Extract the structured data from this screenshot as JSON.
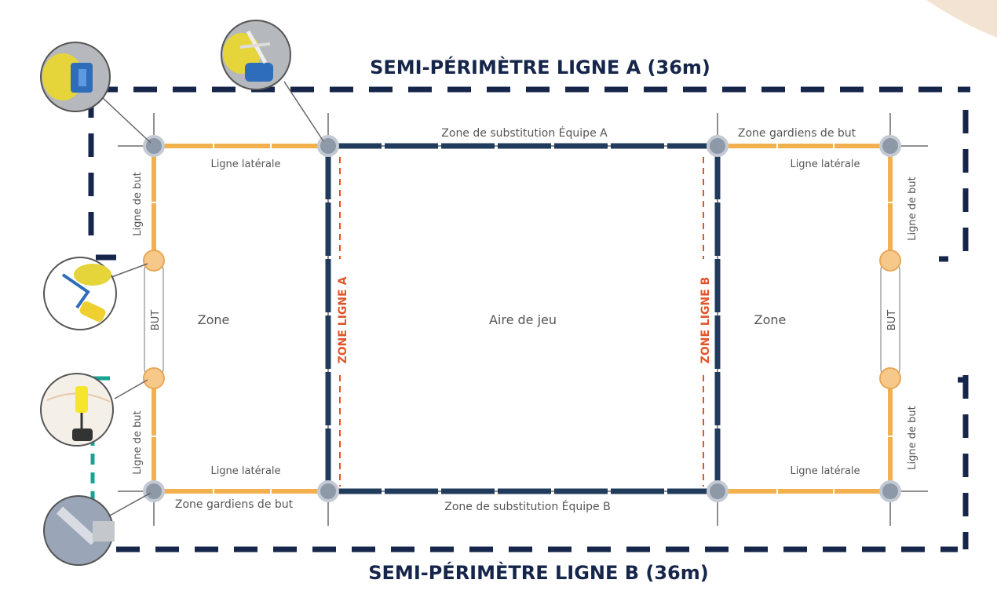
{
  "titles": {
    "top": "SEMI-PÉRIMÈTRE LIGNE A (36m)",
    "bottom": "SEMI-PÉRIMÈTRE LIGNE B (36m)"
  },
  "labels": {
    "sub_zone_a": "Zone de substitution Équipe A",
    "sub_zone_b": "Zone de substitution Équipe B",
    "goalkeeper_zone_top_right": "Zone gardiens de but",
    "goalkeeper_zone_bottom_left": "Zone gardiens de but",
    "side_line_top_left": "Ligne latérale",
    "side_line_bottom_left": "Ligne latérale",
    "side_line_top_right": "Ligne latérale",
    "side_line_bottom_right": "Ligne latérale",
    "goal_line_left_top": "Ligne de but",
    "goal_line_left_bottom": "Ligne de but",
    "goal_line_right_top": "Ligne de but",
    "goal_line_right_bottom": "Ligne de but",
    "goal_left": "BUT",
    "goal_right": "BUT",
    "zone_left": "Zone",
    "zone_right": "Zone",
    "playing_area": "Aire de jeu",
    "zone_line_a": "ZONE LIGNE A",
    "zone_line_b": "ZONE LIGNE B"
  },
  "colors": {
    "navy": "#213b5c",
    "orange": "#f2b04f",
    "dashed_border": "#16264a",
    "zone_line": "#e0552a",
    "teal": "#1aa394",
    "node": "#8e99a8"
  },
  "icons": [
    "connector-photo-icon",
    "connector-tee-photo-icon",
    "goal-clip-photo-icon",
    "goal-anchor-photo-icon",
    "ground-stake-photo-icon"
  ]
}
